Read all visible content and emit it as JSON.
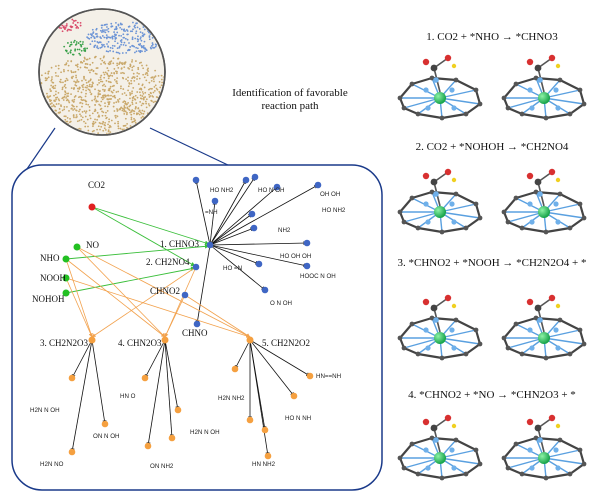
{
  "heading": {
    "line1": "Identification of favorable",
    "line2": "reaction path"
  },
  "species": {
    "co2": "CO2",
    "nho": "NHO",
    "no": "NO",
    "nooh": "NOOH",
    "nohoh": "NOHOH",
    "chno2": "CHNO2",
    "chno": "CHNO"
  },
  "nodes": {
    "chno3": "1. CHNO3",
    "ch2no4": "2. CH2NO4",
    "ch2n2o3": "3. CH2N2O3",
    "chn2o3": "4. CHN2O3",
    "ch2n2o2": "5. CH2N2O2"
  },
  "reactions": [
    {
      "label": "1. CO2 + *NHO → *CHNO3"
    },
    {
      "label": "2. CO2 + *NOHOH → *CH2NO4"
    },
    {
      "label": "3. *CHNO2 + *NOOH → *CH2N2O4 + *"
    },
    {
      "label": "4. *CHNO2 + *NO → *CHN2O3 + *"
    }
  ],
  "fragments": {
    "f_ho_nh2": "HO  NH2",
    "f_ho_nh_oh": "HO  N  OH",
    "f_oh_oh": "OH  OH",
    "f_ho_nh2b": "HO  NH2",
    "f_eq_nh": "=NH",
    "f_nh2": "NH2",
    "f_oh_oh_n": "HO  OH  OH",
    "f_ho_n": "HO  =N",
    "f_hoocn": "HOOC  N  OH",
    "f_no_nh": "O  N  OH",
    "f_hn_eq": "HN==NH",
    "f_urea_oh": "H2N  N  OH",
    "f_no_ch": "HN  O",
    "f_urea": "H2N  NH2",
    "f_oh_n": "HO  N  NH",
    "f_h2n_no": "H2N  NO",
    "f_on_nh": "ON  N  OH",
    "f_on_nh2": "ON  NH2",
    "f_hon_nh2": "H2N  N  OH",
    "f_h2n_oh": "HN  NH2"
  }
}
